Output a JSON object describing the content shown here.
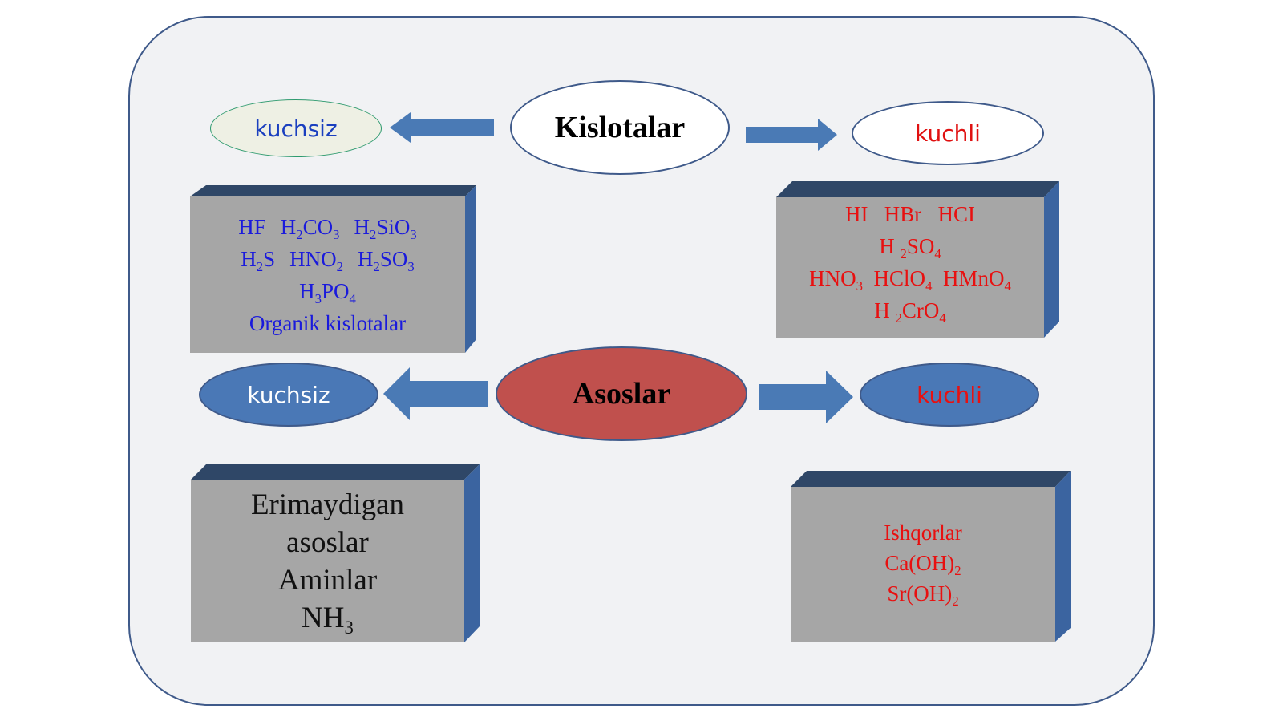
{
  "acids": {
    "title": "Kislotalar",
    "weak_label": "kuchsiz",
    "strong_label": "kuchli",
    "weak_list": [
      [
        [
          "HF",
          ""
        ],
        [
          "H",
          "2"
        ],
        [
          "CO",
          "3"
        ],
        [
          "H",
          "2"
        ],
        [
          "SiO",
          "3"
        ]
      ],
      [
        [
          "H",
          "2"
        ],
        [
          "S",
          ""
        ],
        [
          "HNO",
          "2"
        ],
        [
          "H",
          "2"
        ],
        [
          "SO",
          "3"
        ]
      ],
      [
        [
          "H",
          "3"
        ],
        [
          "PO",
          "4"
        ]
      ],
      [
        [
          "Organik kislotalar",
          ""
        ]
      ]
    ],
    "strong_list": [
      [
        [
          "HI   HBr   HCI",
          ""
        ]
      ],
      [
        [
          "H ",
          "2"
        ],
        [
          "SO",
          "4"
        ]
      ],
      [
        [
          "HNO",
          "3"
        ],
        [
          "  HClO",
          "4"
        ],
        [
          "  HMnO",
          "4"
        ]
      ],
      [
        [
          "H ",
          "2"
        ],
        [
          "CrO",
          "4"
        ]
      ]
    ]
  },
  "bases": {
    "title": "Asoslar",
    "weak_label": "kuchsiz",
    "strong_label": "kuchli",
    "weak_list": [
      [
        [
          "Erimaydigan",
          ""
        ]
      ],
      [
        [
          "asoslar",
          ""
        ]
      ],
      [
        [
          "Aminlar",
          ""
        ]
      ],
      [
        [
          "NH",
          "3"
        ]
      ]
    ],
    "strong_list": [
      [
        [
          "Ishqorlar",
          ""
        ]
      ],
      [
        [
          "Ca(OH)",
          "2"
        ]
      ],
      [
        [
          "Sr(OH)",
          "2"
        ]
      ]
    ]
  },
  "colors": {
    "frame_border": "#3f5a8a",
    "frame_fill": "#f1f2f4",
    "arrow_blue": "#4a7ab5",
    "ellipse_blue": "#4a78b6",
    "asoslar_red": "#c0504d",
    "box_gray": "#a6a6a6",
    "box_top": "#2f4767",
    "box_side": "#3b64a0",
    "weak_acid_text": "#1a1adc",
    "strong_text": "#e81010"
  }
}
